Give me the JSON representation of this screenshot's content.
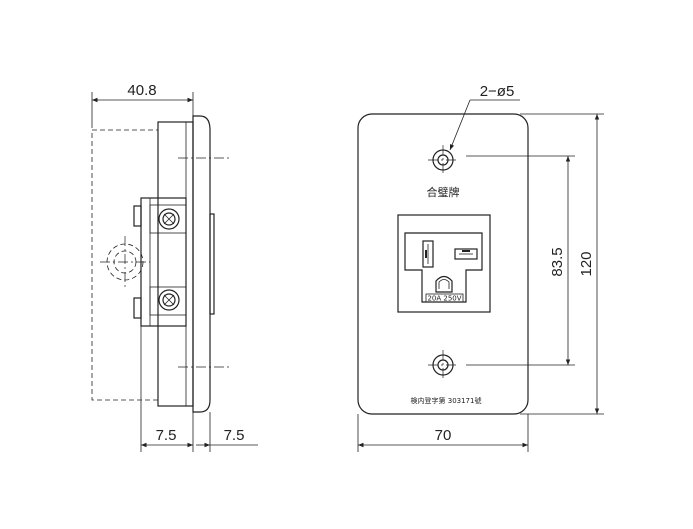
{
  "dimensions": {
    "side_depth": "40.8",
    "side_left_offset": "7.5",
    "side_right_offset": "7.5",
    "front_width": "70",
    "front_height": "120",
    "hole_pitch": "83.5",
    "hole_callout": "2−ø5"
  },
  "labels": {
    "plate_title": "合璧牌",
    "socket_rating": "20A  250V",
    "certificate": "検内登字第  303171號"
  }
}
